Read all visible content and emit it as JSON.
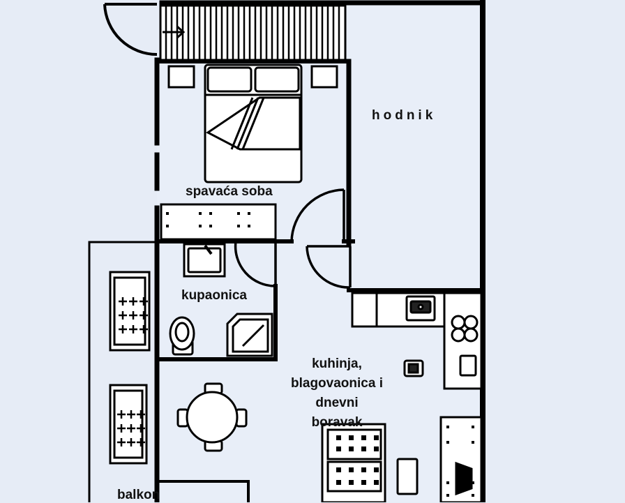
{
  "rooms": {
    "hallway": "hodnik",
    "bedroom": "spavaća soba",
    "bathroom": "kupaonica",
    "living_lines": [
      "kuhinja,",
      "blagovaonica i",
      "dnevni",
      "boravak"
    ],
    "balcony": "balkon"
  },
  "colors": {
    "background": "#e6ecf6",
    "wall": "#000000",
    "floor": "#e8eef8",
    "furniture": "#ffffff"
  }
}
